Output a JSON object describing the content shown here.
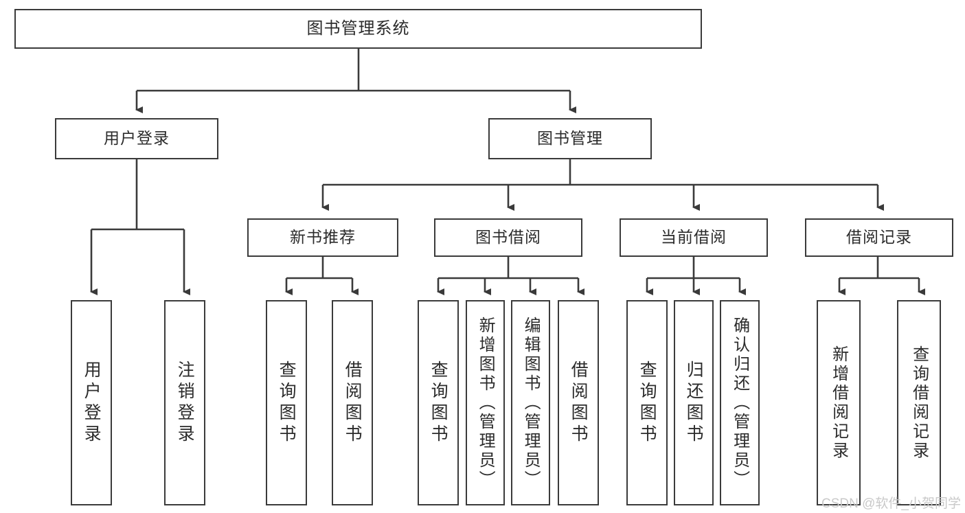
{
  "diagram": {
    "title": "图书管理系统",
    "type": "tree",
    "watermark": "CSDN @软件_小贺同学",
    "colors": {
      "box_border": "#3a3a3a",
      "box_fill": "#ffffff",
      "line": "#3a3a3a",
      "text": "#2b2b2b",
      "watermark": "#c9c9c9"
    },
    "root": {
      "label": "图书管理系统"
    },
    "level2": [
      {
        "id": "user-login",
        "label": "用户登录"
      },
      {
        "id": "book-manage",
        "label": "图书管理"
      }
    ],
    "level3": [
      {
        "id": "new-book-recommend",
        "label": "新书推荐"
      },
      {
        "id": "book-borrow",
        "label": "图书借阅"
      },
      {
        "id": "current-borrow",
        "label": "当前借阅"
      },
      {
        "id": "borrow-record",
        "label": "借阅记录"
      }
    ],
    "leaves": {
      "user-login": [
        {
          "id": "leaf-user-login",
          "label": "用户登录"
        },
        {
          "id": "leaf-user-logout",
          "label": "注销登录"
        }
      ],
      "new-book-recommend": [
        {
          "id": "leaf-query-book-1",
          "label": "查询图书"
        },
        {
          "id": "leaf-borrow-book-1",
          "label": "借阅图书"
        }
      ],
      "book-borrow": [
        {
          "id": "leaf-query-book-2",
          "label": "查询图书"
        },
        {
          "id": "leaf-add-book",
          "label": "新增图书（管理员）"
        },
        {
          "id": "leaf-edit-book",
          "label": "编辑图书（管理员）"
        },
        {
          "id": "leaf-borrow-book-2",
          "label": "借阅图书"
        }
      ],
      "current-borrow": [
        {
          "id": "leaf-query-book-3",
          "label": "查询图书"
        },
        {
          "id": "leaf-return-book",
          "label": "归还图书"
        },
        {
          "id": "leaf-confirm-return",
          "label": "确认归还（管理员）"
        }
      ],
      "borrow-record": [
        {
          "id": "leaf-add-record",
          "label": "新增借阅记录"
        },
        {
          "id": "leaf-query-record",
          "label": "查询借阅记录"
        }
      ]
    }
  }
}
